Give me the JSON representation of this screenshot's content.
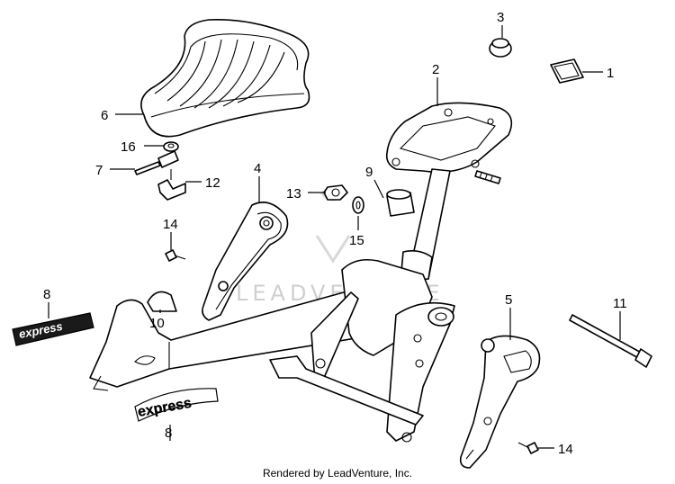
{
  "diagram": {
    "callouts": {
      "c1": "1",
      "c2": "2",
      "c3": "3",
      "c4": "4",
      "c5": "5",
      "c6": "6",
      "c7": "7",
      "c8a": "8",
      "c8b": "8",
      "c9": "9",
      "c10": "10",
      "c11": "11",
      "c12": "12",
      "c13": "13",
      "c14a": "14",
      "c14b": "14",
      "c15": "15",
      "c16": "16"
    },
    "decal_side_text": "express",
    "decal_front_text": "express",
    "watermark_text": "LEADVENTURE"
  },
  "footer": {
    "credit": "Rendered by LeadVenture, Inc."
  }
}
